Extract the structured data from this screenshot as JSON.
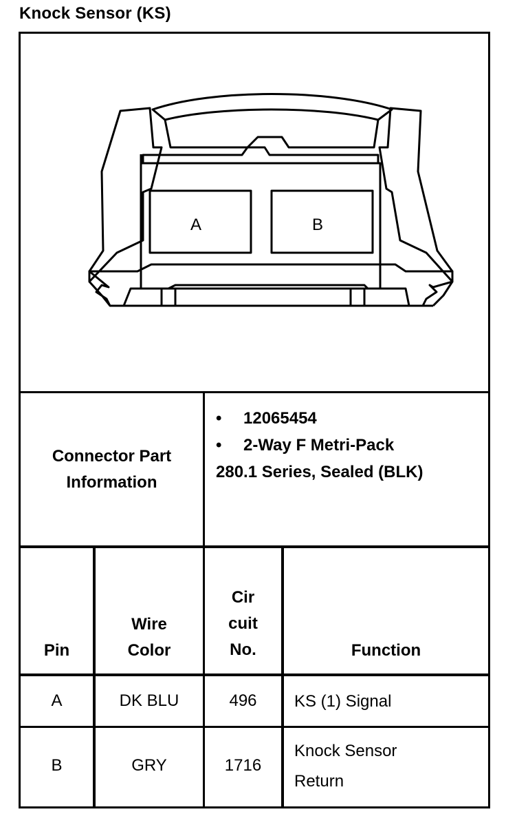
{
  "title": "Knock Sensor (KS)",
  "connector": {
    "pin_labels": [
      "A",
      "B"
    ]
  },
  "part_info": {
    "label_line1": "Connector Part",
    "label_line2": "Information",
    "bullet": "•",
    "items": [
      "12065454",
      "2-Way F Metri-Pack"
    ],
    "continuation": "280.1 Series, Sealed (BLK)"
  },
  "table": {
    "headers": {
      "pin": "Pin",
      "wire_color_1": "Wire",
      "wire_color_2": "Color",
      "circuit_1": "Cir",
      "circuit_2": "cuit",
      "circuit_3": "No.",
      "function": "Function"
    },
    "rows": [
      {
        "pin": "A",
        "wire_color": "DK BLU",
        "circuit": "496",
        "function_1": "KS (1) Signal",
        "function_2": ""
      },
      {
        "pin": "B",
        "wire_color": "GRY",
        "circuit": "1716",
        "function_1": "Knock Sensor",
        "function_2": "Return"
      }
    ]
  }
}
